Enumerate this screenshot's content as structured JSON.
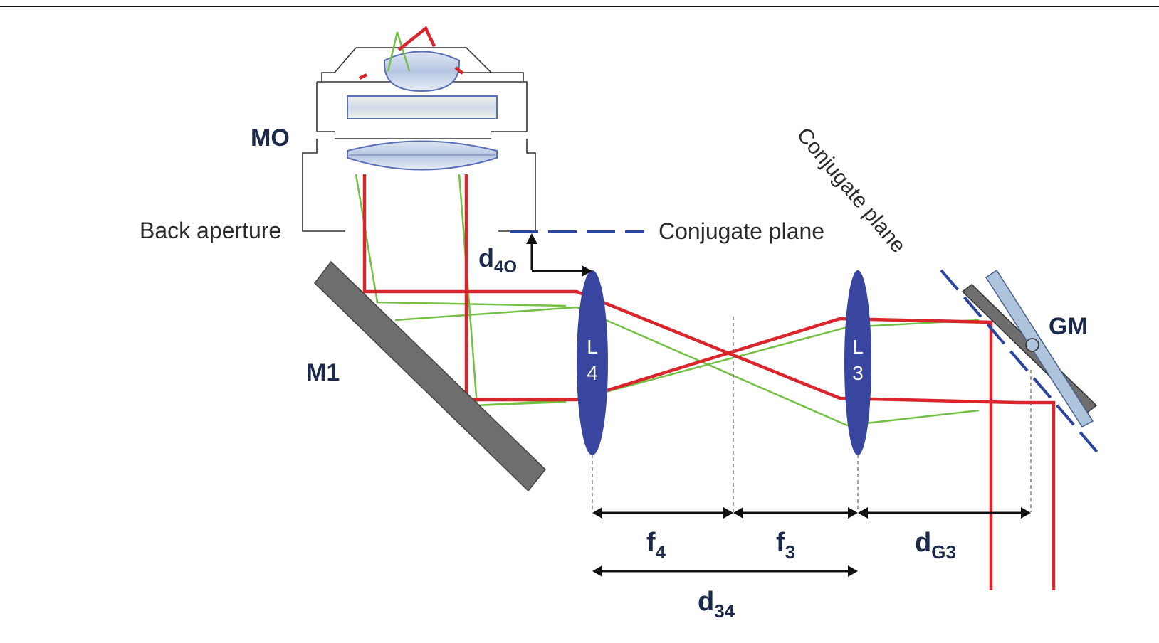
{
  "labels": {
    "mo": "MO",
    "m1": "M1",
    "gm": "GM",
    "back_aperture": "Back aperture",
    "conjugate_plane_horizontal": "Conjugate plane",
    "conjugate_plane_diagonal": "Conjugate plane",
    "lens4": [
      "L",
      "4"
    ],
    "lens3": [
      "L",
      "3"
    ],
    "d4o": {
      "main": "d",
      "sub": "4O"
    },
    "f4": {
      "main": "f",
      "sub": "4"
    },
    "f3": {
      "main": "f",
      "sub": "3"
    },
    "dg3": {
      "main": "d",
      "sub": "G3"
    },
    "d34": {
      "main": "d",
      "sub": "34"
    }
  },
  "colors": {
    "red_beam": "#d9252b",
    "green_beam": "#74c044",
    "lens_fill": "#3846a0",
    "mirror_fill": "#6e6e6e",
    "galvo_fill": "#aec3dc",
    "label_navy": "#1c2a4a",
    "dashed_blue": "#2a44a0"
  }
}
